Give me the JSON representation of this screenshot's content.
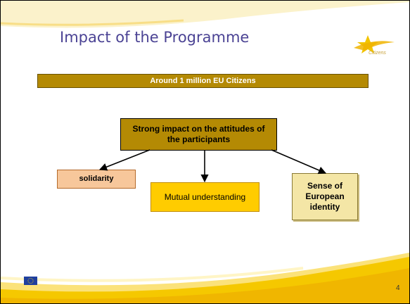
{
  "slide": {
    "title": "Impact of the Programme",
    "logo_text": "Citizens",
    "banner": "Around 1 million EU Citizens",
    "main_box": "Strong impact on the attitudes of the participants",
    "outcomes": [
      "solidarity",
      "Mutual understanding",
      "Sense of European identity"
    ],
    "page_number": "4"
  },
  "icons": {
    "logo": "star-swoosh-icon",
    "flag": "eu-flag-icon"
  },
  "colors": {
    "title": "#4b4394",
    "banner_bg": "#b48a04",
    "main_box_bg": "#b48a04",
    "solidarity_bg": "#f7c79b",
    "mutual_bg": "#ffcc00",
    "sense_bg": "#f4e6a6",
    "swoosh": "#f2c400"
  }
}
